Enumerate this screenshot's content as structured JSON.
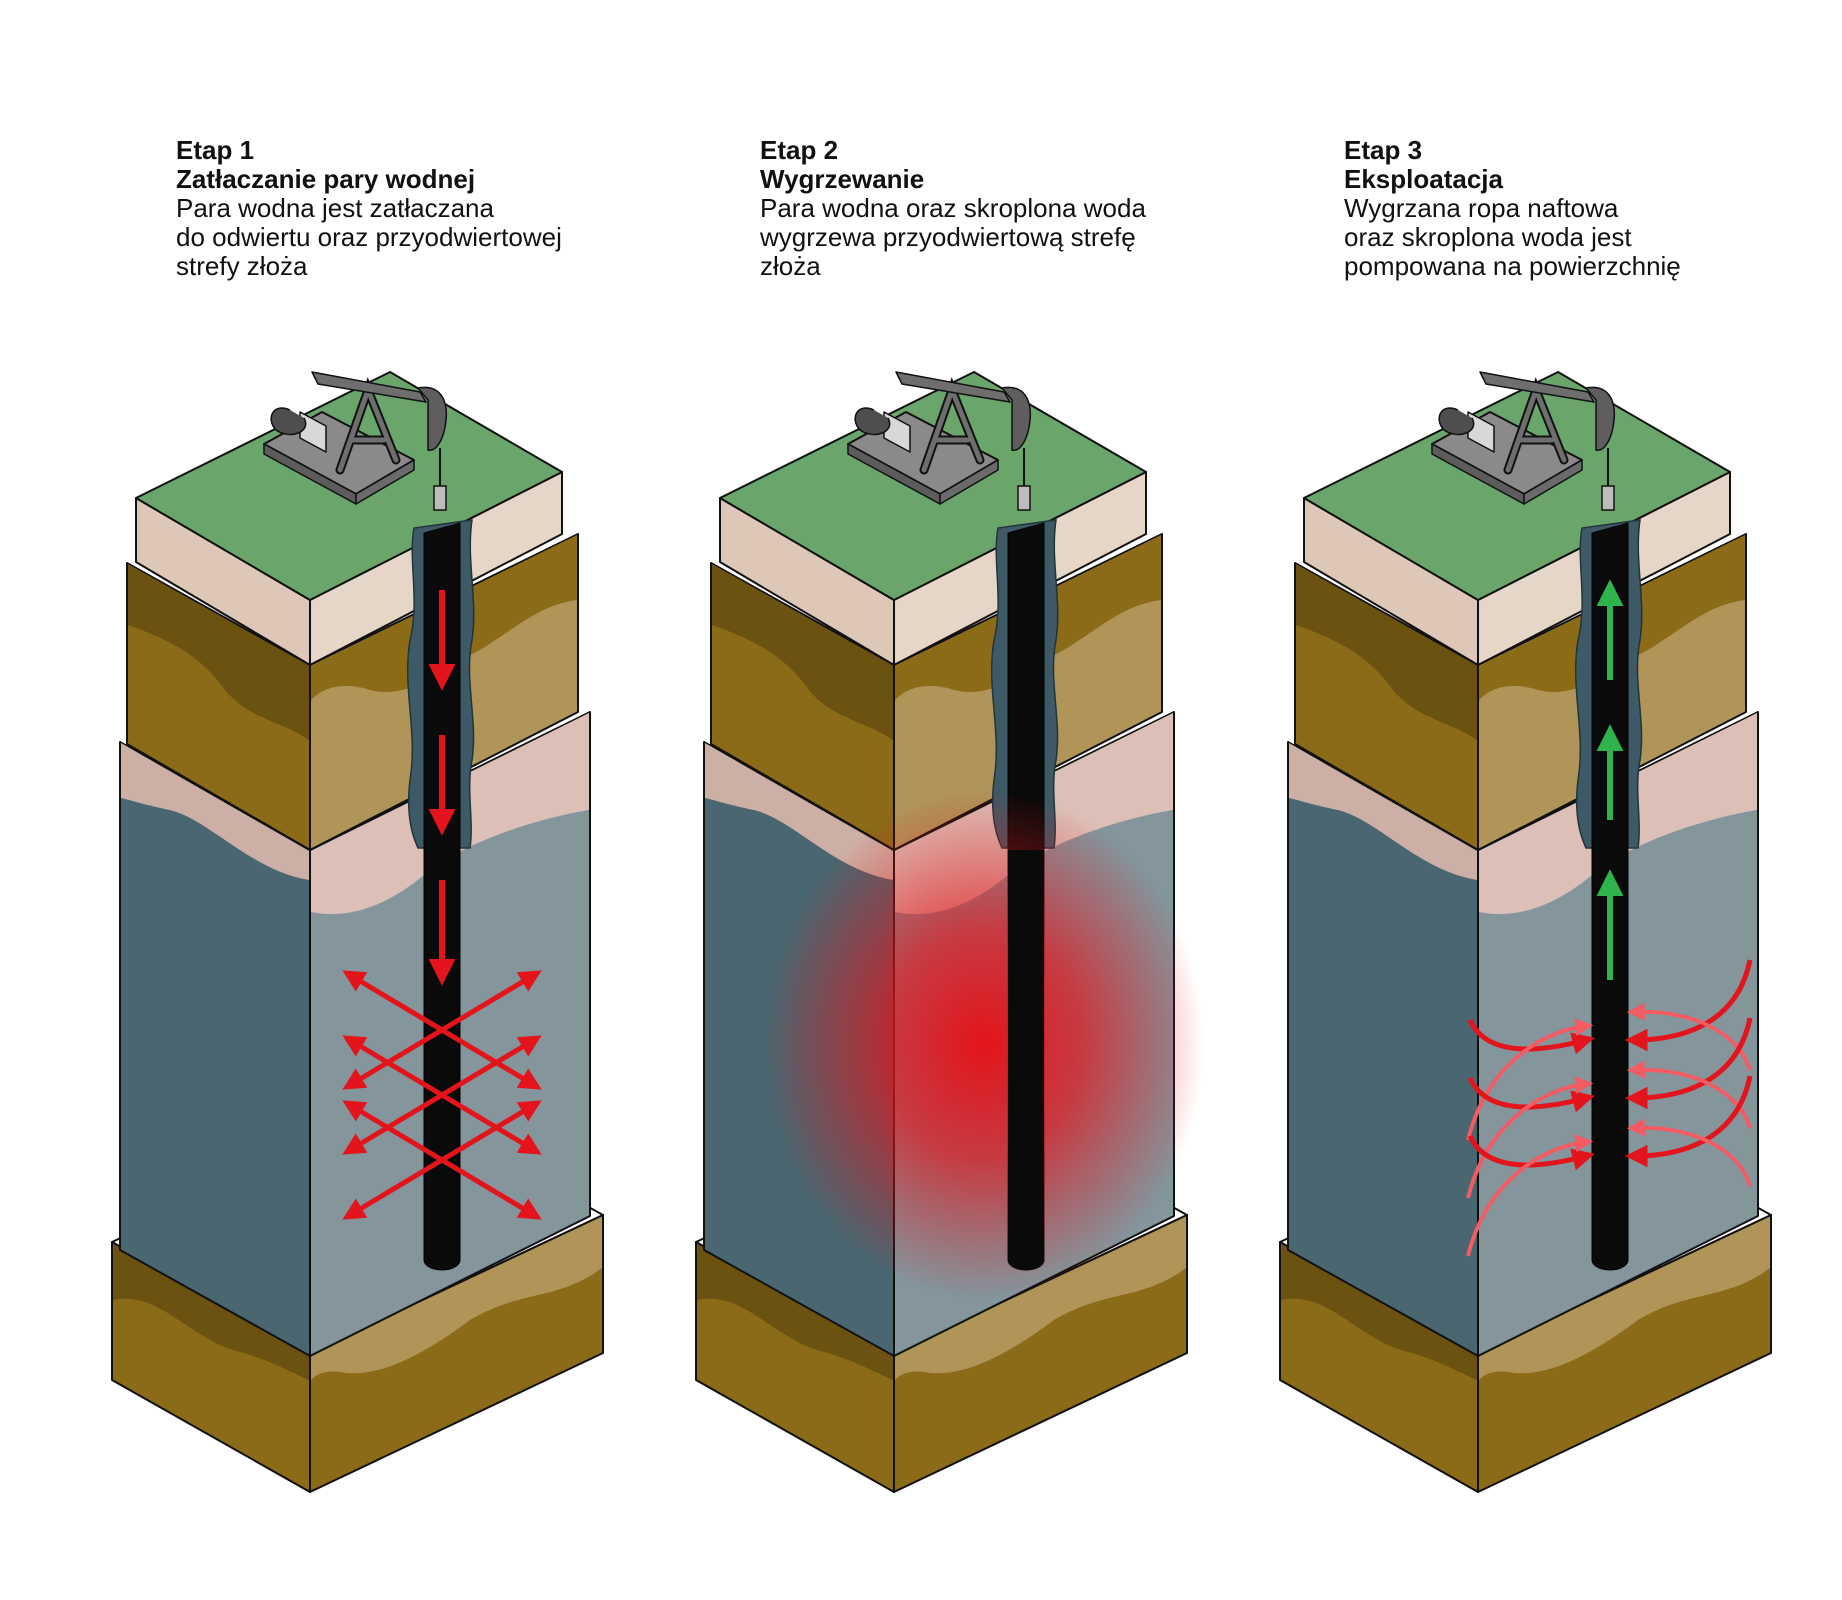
{
  "stages": [
    {
      "stage": "Etap 1",
      "title": "Zatłaczanie pary wodnej",
      "desc_lines": [
        "Para wodna jest zatłaczana",
        "do odwiertu oraz przyodwiertowej",
        "strefy złoża"
      ],
      "flow": "injection"
    },
    {
      "stage": "Etap 2",
      "title": "Wygrzewanie",
      "desc_lines": [
        "Para wodna oraz skroplona woda",
        "wygrzewa przyodwiertową strefę",
        "złoża"
      ],
      "flow": "soaking"
    },
    {
      "stage": "Etap 3",
      "title": "Eksploatacja",
      "desc_lines": [
        "Wygrzana ropa naftowa",
        "oraz skroplona woda jest",
        "pompowana na powierzchnię"
      ],
      "flow": "production"
    }
  ],
  "colors": {
    "grass": "#6aa56b",
    "topsoil_front": "#ddc8b8",
    "topsoil_side": "#e6d6c8",
    "soil_light": "#b09458",
    "soil_dark": "#8b6a18",
    "soil_darker": "#6b5210",
    "pink_clay": "#dcbfb6",
    "pink_clay_dark": "#cdb0a5",
    "reservoir_light": "#84959c",
    "reservoir_dark": "#4a6670",
    "pipe": "#0a0a0a",
    "pipe_casing": "#3d5a66",
    "steam_arrow": "#e3141b",
    "production_arrow": "#2fb44d",
    "heat": "#e3141b",
    "pumpjack": "#6e6e6e"
  }
}
